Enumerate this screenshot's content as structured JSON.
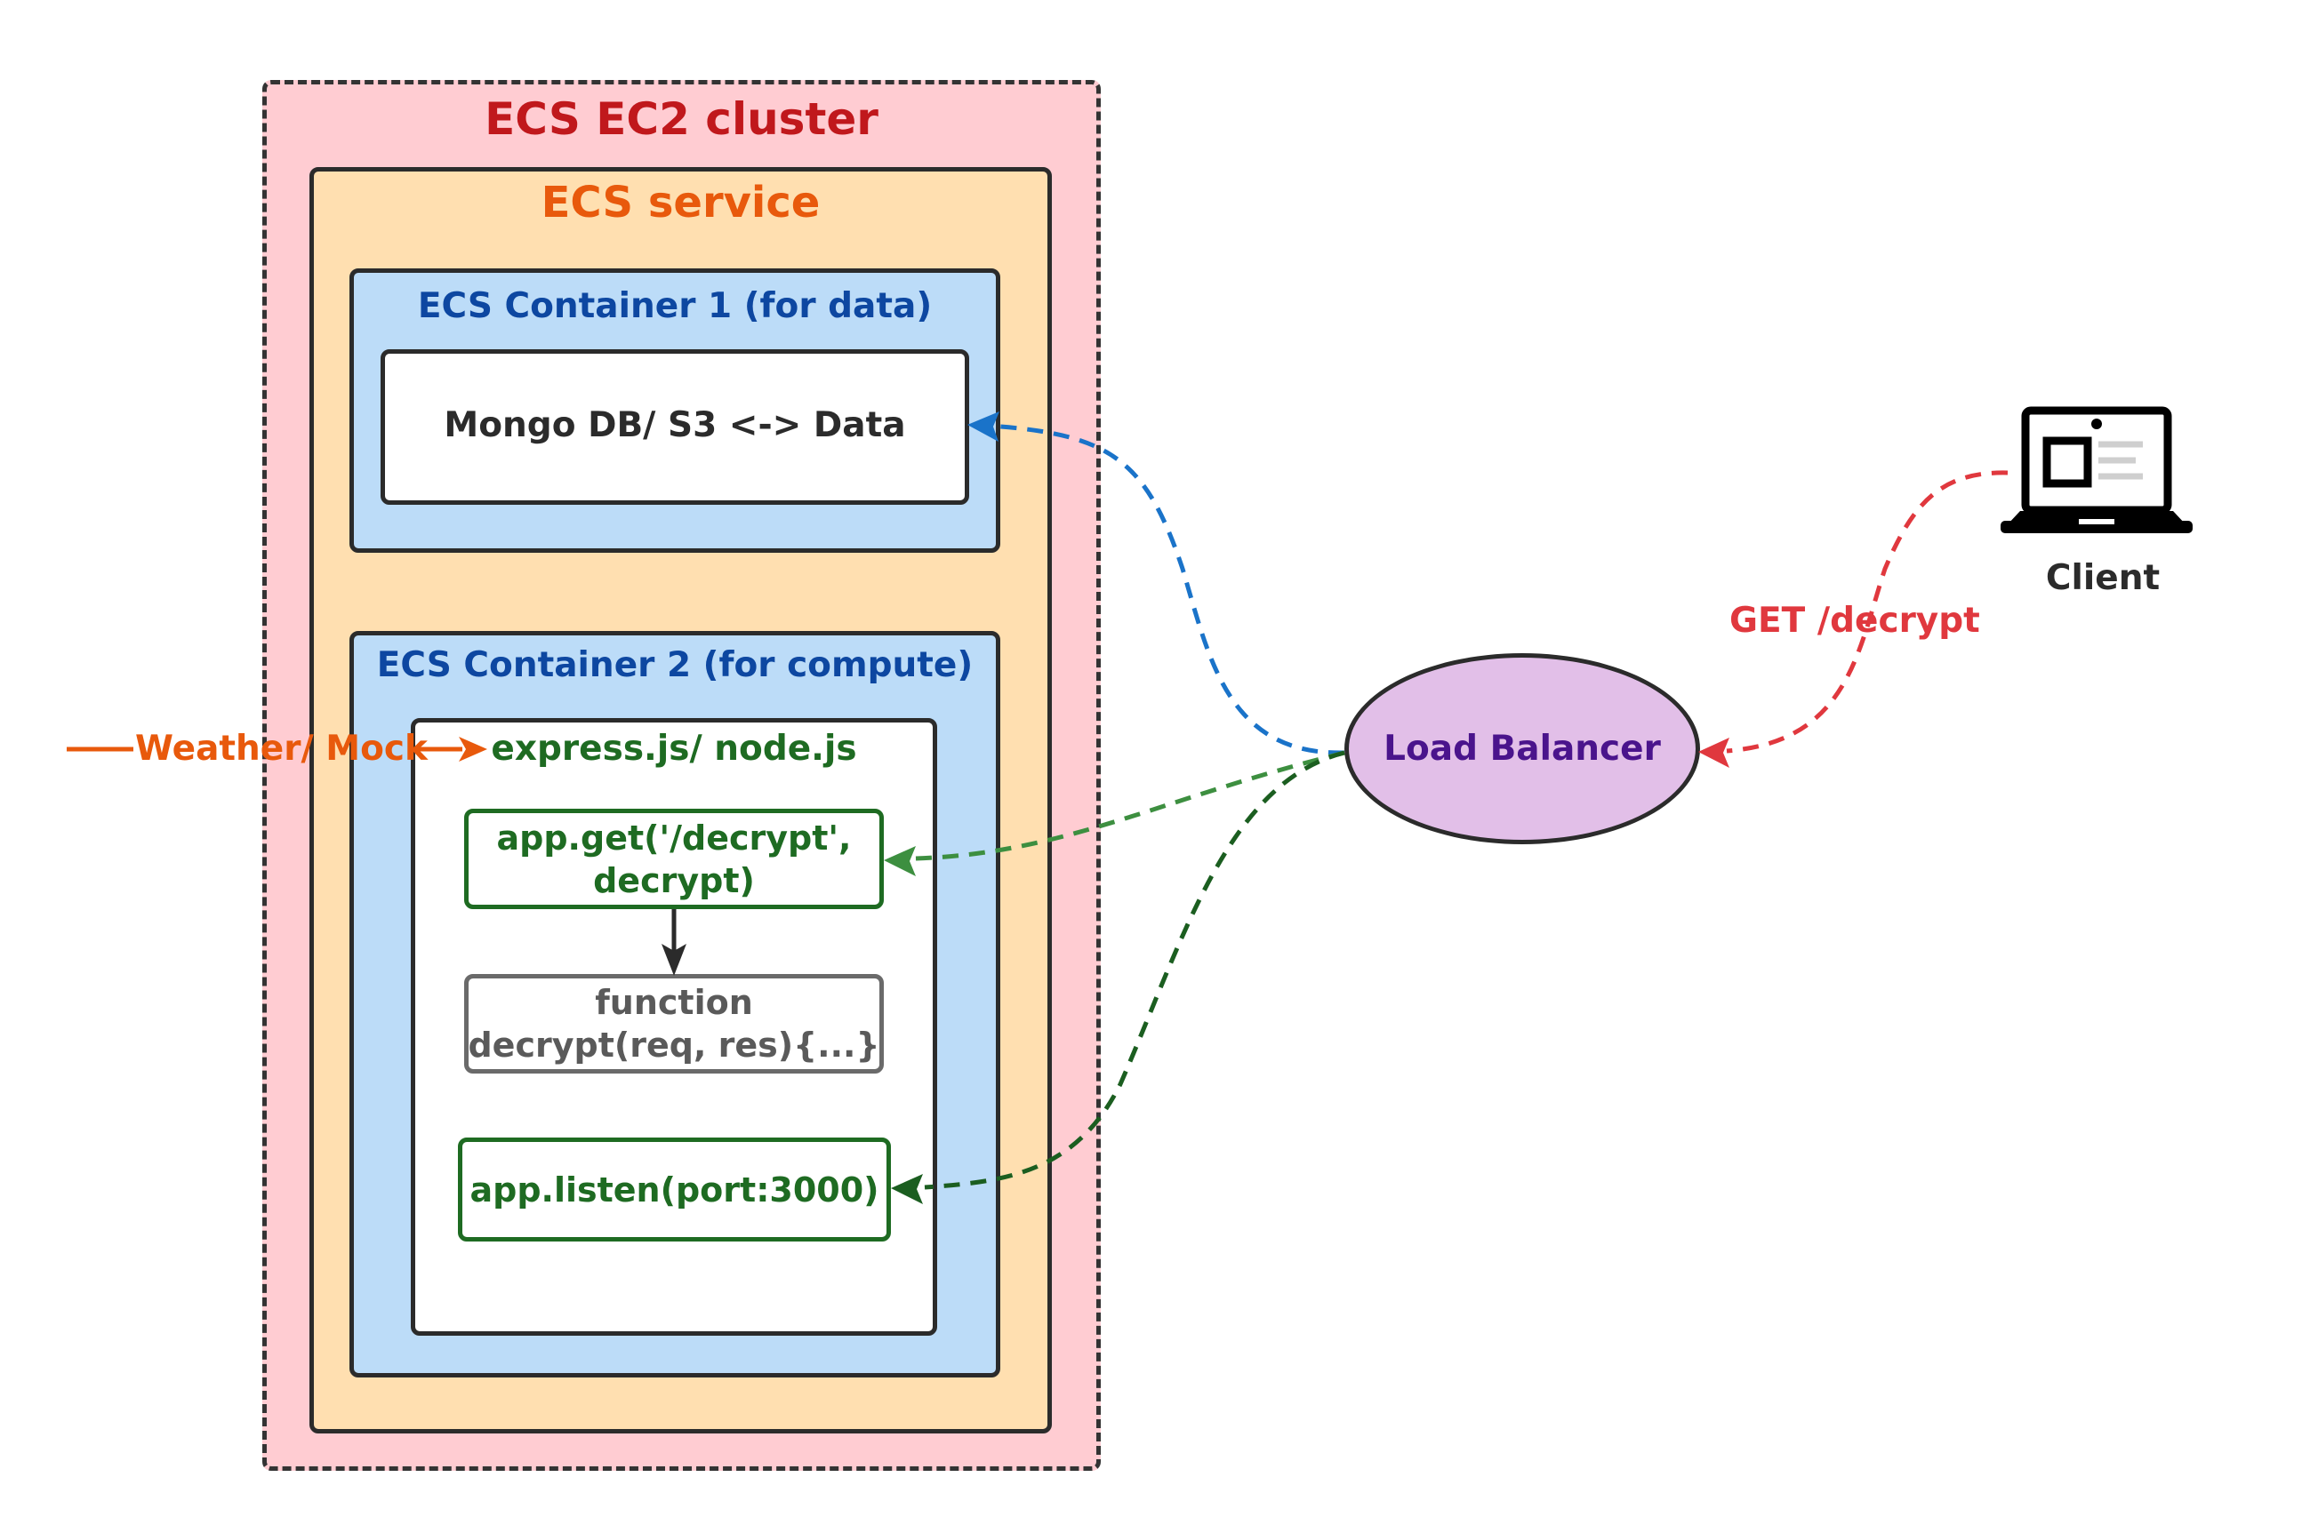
{
  "cluster": {
    "title": "ECS EC2 cluster"
  },
  "service": {
    "title": "ECS service"
  },
  "container1": {
    "title": "ECS Container 1 (for data)",
    "box_label": "Mongo DB/ S3 <-> Data"
  },
  "container2": {
    "title": "ECS Container 2 (for compute)",
    "runtime_label": "express.js/ node.js",
    "route_label": "app.get('/decrypt',\ndecrypt)",
    "handler_label": "function\ndecrypt(req, res){...}",
    "listen_label": "app.listen(port:3000)"
  },
  "external_input": {
    "label": "Weather/ Mock"
  },
  "load_balancer": {
    "label": "Load Balancer"
  },
  "client": {
    "label": "Client",
    "icon": "laptop-icon"
  },
  "request": {
    "label": "GET /decrypt"
  },
  "colors": {
    "cluster_title": "#c0181c",
    "service_title": "#e8590c",
    "container_title": "#0d47a1",
    "route_green": "#1e6b22",
    "handler_gray": "#5a5a5a",
    "lb_text": "#4a148c",
    "request_red": "#e0383e",
    "data_blue": "#1a73c9",
    "input_orange": "#e8590c"
  }
}
